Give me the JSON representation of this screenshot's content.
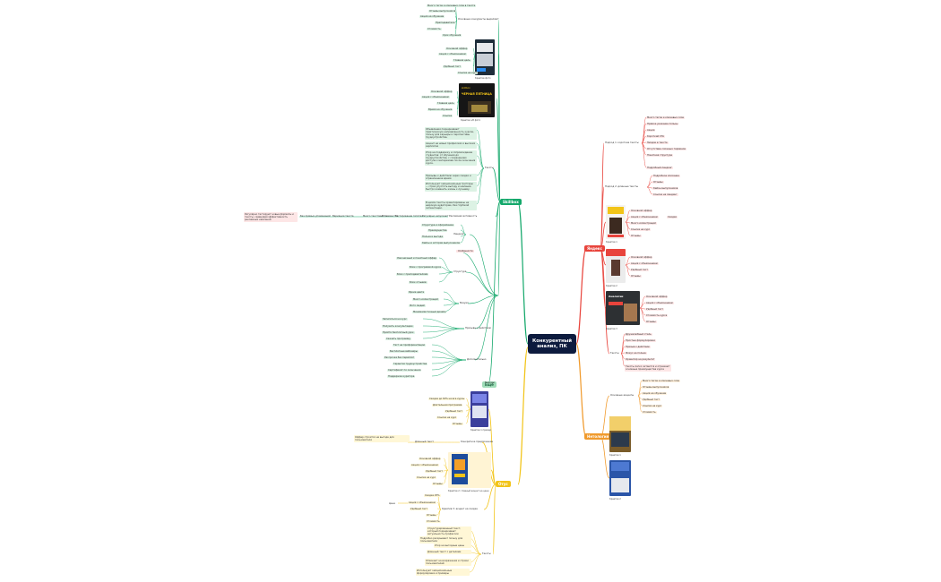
{
  "root": {
    "label": "Конкурентный анализ, ПК"
  },
  "colors": {
    "green": "#14a86b",
    "red": "#e8443c",
    "orange": "#f09a2c",
    "yellow": "#f2c418",
    "root_bg": "#0d1b3e"
  },
  "branches": {
    "skillbox": "Skillbox",
    "yandex": "Яндекс",
    "netology": "Нетология",
    "otus": "Отус",
    "more": "Ещё"
  },
  "green": {
    "group1": {
      "title": "Основные конкуренты выделяют",
      "items": [
        "Много тегов и ключевых слов в тексте",
        "Отзывы выпускников",
        "Акция на обучение",
        "Преподаватели",
        "Стоимость",
        "Срок обучения"
      ]
    },
    "group2": {
      "items": [
        "Основной оффер",
        "Акция с объяснением",
        "Главная цель",
        "Удобный тест",
        "Ссылка на курс"
      ],
      "caption": "Креатив фото"
    },
    "group3": {
      "items": [
        "Основной оффер",
        "Акция с объяснением",
        "Главная цель",
        "Время на обучение",
        "Ссылка"
      ],
      "caption": "Креатив ч/б фото",
      "thumb_title": "ЧЕРНАЯ ПЯТНИЦА"
    },
    "texts_label": "Тексты",
    "paragraphs": [
      "Объявления подчеркивают практическую направленность курсов, пользу для карьеры и перспективы трудоустройства.",
      "Акцент на новых профессиях и высоких зарплатах",
      "Упор на поддержку и сопровождение студентов: от обучения до трудоустройства, с сохранением доступа к материалам после окончания курса.",
      "Призывы к действию через скидки и ограниченное время",
      "Используют эмоциональные триггеры — страх упустить выгоду и желание быстро изменить жизнь к лучшему.",
      "В целом тексты ориентированы на широкую аудиторию, без глубокой сегментации."
    ],
    "chain": [
      "Без прямых упоминаний",
      "Вариации текста",
      "Много текстовых элементов",
      "Есть",
      "Тестирование гипотез",
      "Регулярно запускают",
      "Рекламная активность"
    ],
    "left_para": "Регулярно тестируют новые форматы и тексты, сравнивая эффективность рекламных кампаний",
    "sub_items": [
      "Структура и оформление",
      "Преимущества",
      "Польза и выгода",
      "Кейсы и истории выпускников"
    ],
    "sub_title": "Лендинг",
    "pink_tag": "Особенности",
    "structure_title": "Структура",
    "structure_items": [
      "Лаконичный и понятный оффер",
      "Блок с программой курса",
      "Блок с преподавателями",
      "Блок отзывов"
    ],
    "visual_title": "Визуал",
    "visual_items": [
      "Яркие цвета",
      "Много иллюстраций",
      "Фото людей",
      "Минималистичный дизайн"
    ],
    "cta_title": "Призывы к действию",
    "cta_items": [
      "Записаться на курс",
      "Получить консультацию",
      "Пройти бесплатный урок",
      "Скачать программу"
    ],
    "extra_title": "Дополнительно",
    "extra_items": [
      "Тест на профориентацию",
      "Бесплатные вебинары",
      "Рассрочка без переплат",
      "Гарантия трудоустройства",
      "Сертификат по окончании",
      "Поддержка куратора"
    ],
    "bottom": "Выводы"
  },
  "red": {
    "group1": {
      "title": "Подход 1: короткие тексты",
      "items": [
        "Много тегов и ключевых слов",
        "Прямое указание пользы",
        "Акции",
        "Короткий CTA",
        "Эмодзи в тексте",
        "Отсутствие сложных терминов",
        "Понятная структура",
        "Подробный лендинг"
      ]
    },
    "group2": {
      "title": "Подход 2: длинные тексты",
      "items": [
        "Подробное описание",
        "Отзывы",
        "Кейсы выпускников",
        "Ссылка на лендинг"
      ]
    },
    "creative1": {
      "items": [
        "Основной оффер",
        "Акция с объяснением",
        "Много иллюстраций",
        "Ссылка на курс",
        "Отзывы"
      ],
      "tag": "Скидки",
      "caption": "Креатив 1"
    },
    "creative2": {
      "items": [
        "Основной оффер",
        "Акция с объяснением",
        "Удобный тест",
        "Отзывы"
      ],
      "caption": "Креатив 2"
    },
    "creative3": {
      "items": [
        "Основной оффер",
        "Акция с объяснением",
        "Удобный тест",
        "Стоимость курса",
        "Отзывы"
      ],
      "caption": "Креатив 3",
      "thumb_title": "Аналитик"
    },
    "texts": {
      "label": "Тексты",
      "items": [
        "Дружелюбный стиль",
        "Простые формулировки",
        "Призыв к действию",
        "Фокус на пользе",
        "Ориентир на результат"
      ],
      "para": "Тексты легко читаются и отражают основные преимущества курса"
    }
  },
  "orange": {
    "title": "Основные акценты",
    "items": [
      "Много тегов и ключевых слов",
      "Отзывы выпускников",
      "Акция на обучение",
      "Удобный тест",
      "Ссылка на курс",
      "Стоимость"
    ],
    "caption1": "Креатив 1",
    "caption2": "Креатив 2"
  },
  "yellow": {
    "creative1": {
      "items": [
        "Скидка до 60% на все курсы",
        "Длительная программа",
        "Удобный тест",
        "Ссылка на курс",
        "Отзывы"
      ],
      "caption": "Креатив 1 пример"
    },
    "mid": {
      "left_para": "Оффер строится на выгоде для пользователя",
      "chain": [
        "Длинный текст",
        "Конкретное предложение"
      ]
    },
    "creative2": {
      "items": [
        "Основной оффер",
        "Акция с объяснением",
        "Удобный тест",
        "Ссылка на курс",
        "Отзывы"
      ],
      "caption": "Креатив 2: главный акцент на цене"
    },
    "creative3": {
      "items": [
        "Скидка 25%",
        "Акция с объяснением",
        "Удобный тест",
        "Отзывы",
        "Стоимость"
      ],
      "caption": "Креатив 3: акцент на скидке",
      "tag": "Цена"
    },
    "texts": {
      "label": "Тексты",
      "paras": [
        "Структурированный текст, который подчеркивает актуальность профессии",
        "Подробно раскрывают пользу для пользователя",
        "Упор на выгодные цены",
        "Длинный текст с деталями",
        "Отвечают на возражения и страхи пользователей",
        "Используют эмоциональные формулировки и примеры"
      ]
    }
  }
}
